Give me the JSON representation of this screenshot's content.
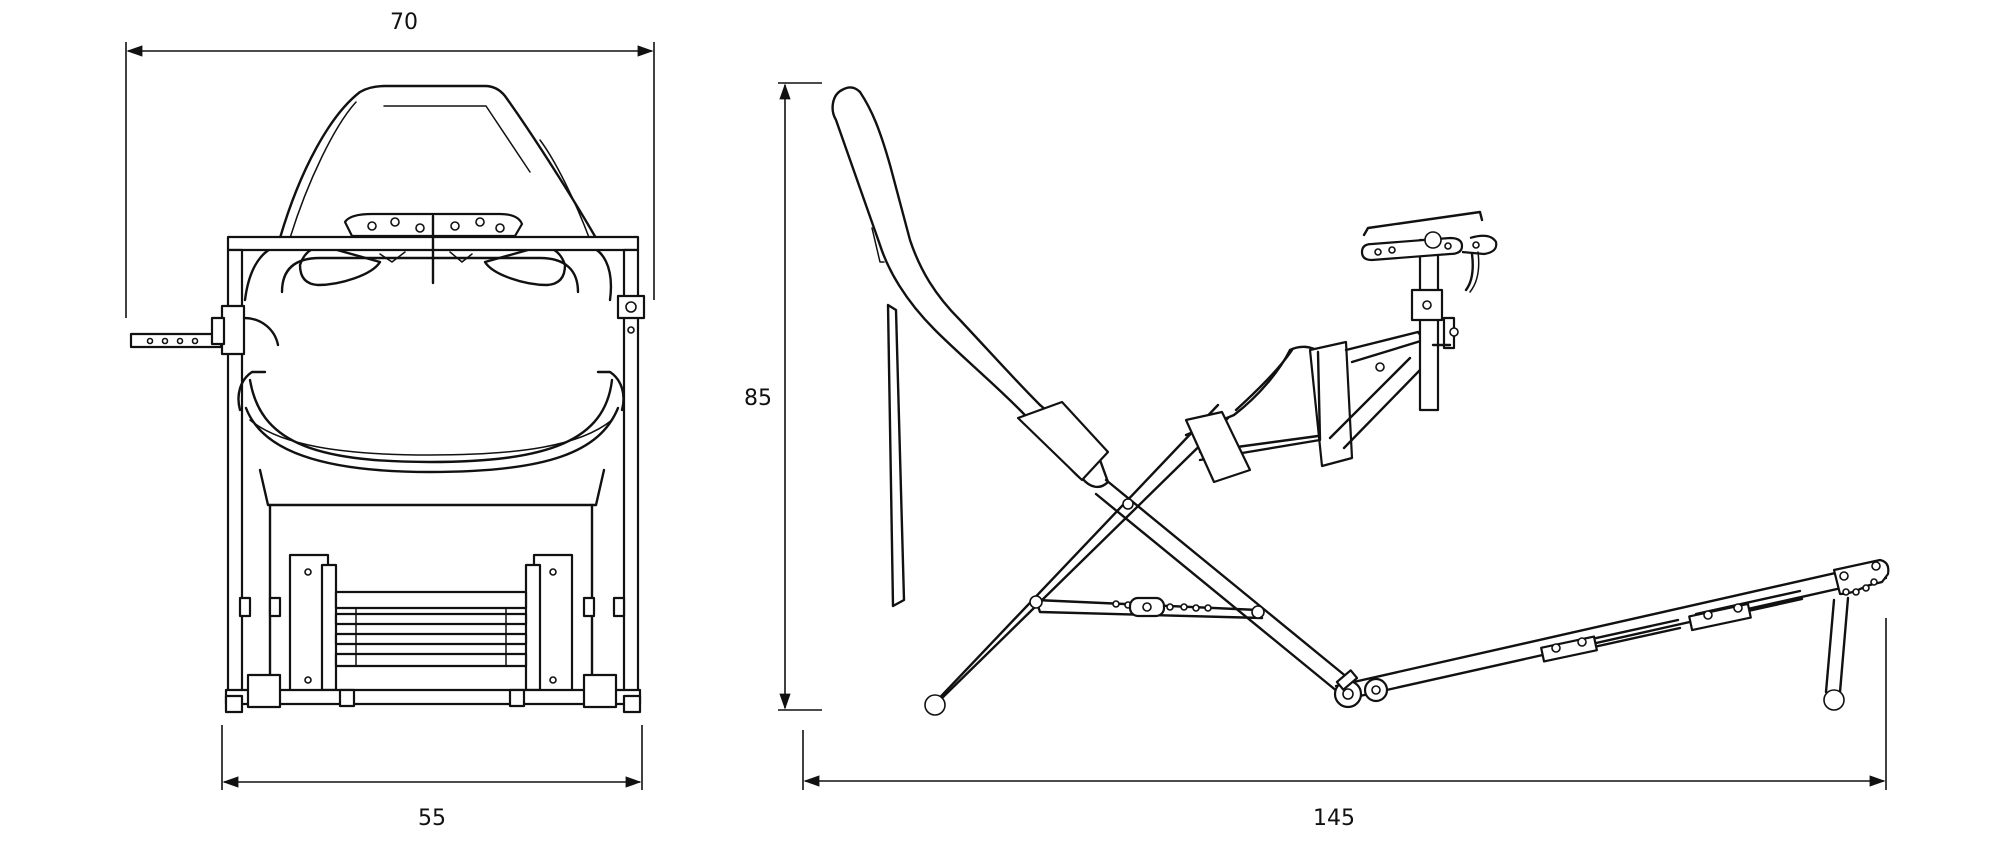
{
  "dimensions": {
    "front_width_top": "70",
    "front_width_bottom": "55",
    "side_height": "85",
    "side_length": "145"
  }
}
